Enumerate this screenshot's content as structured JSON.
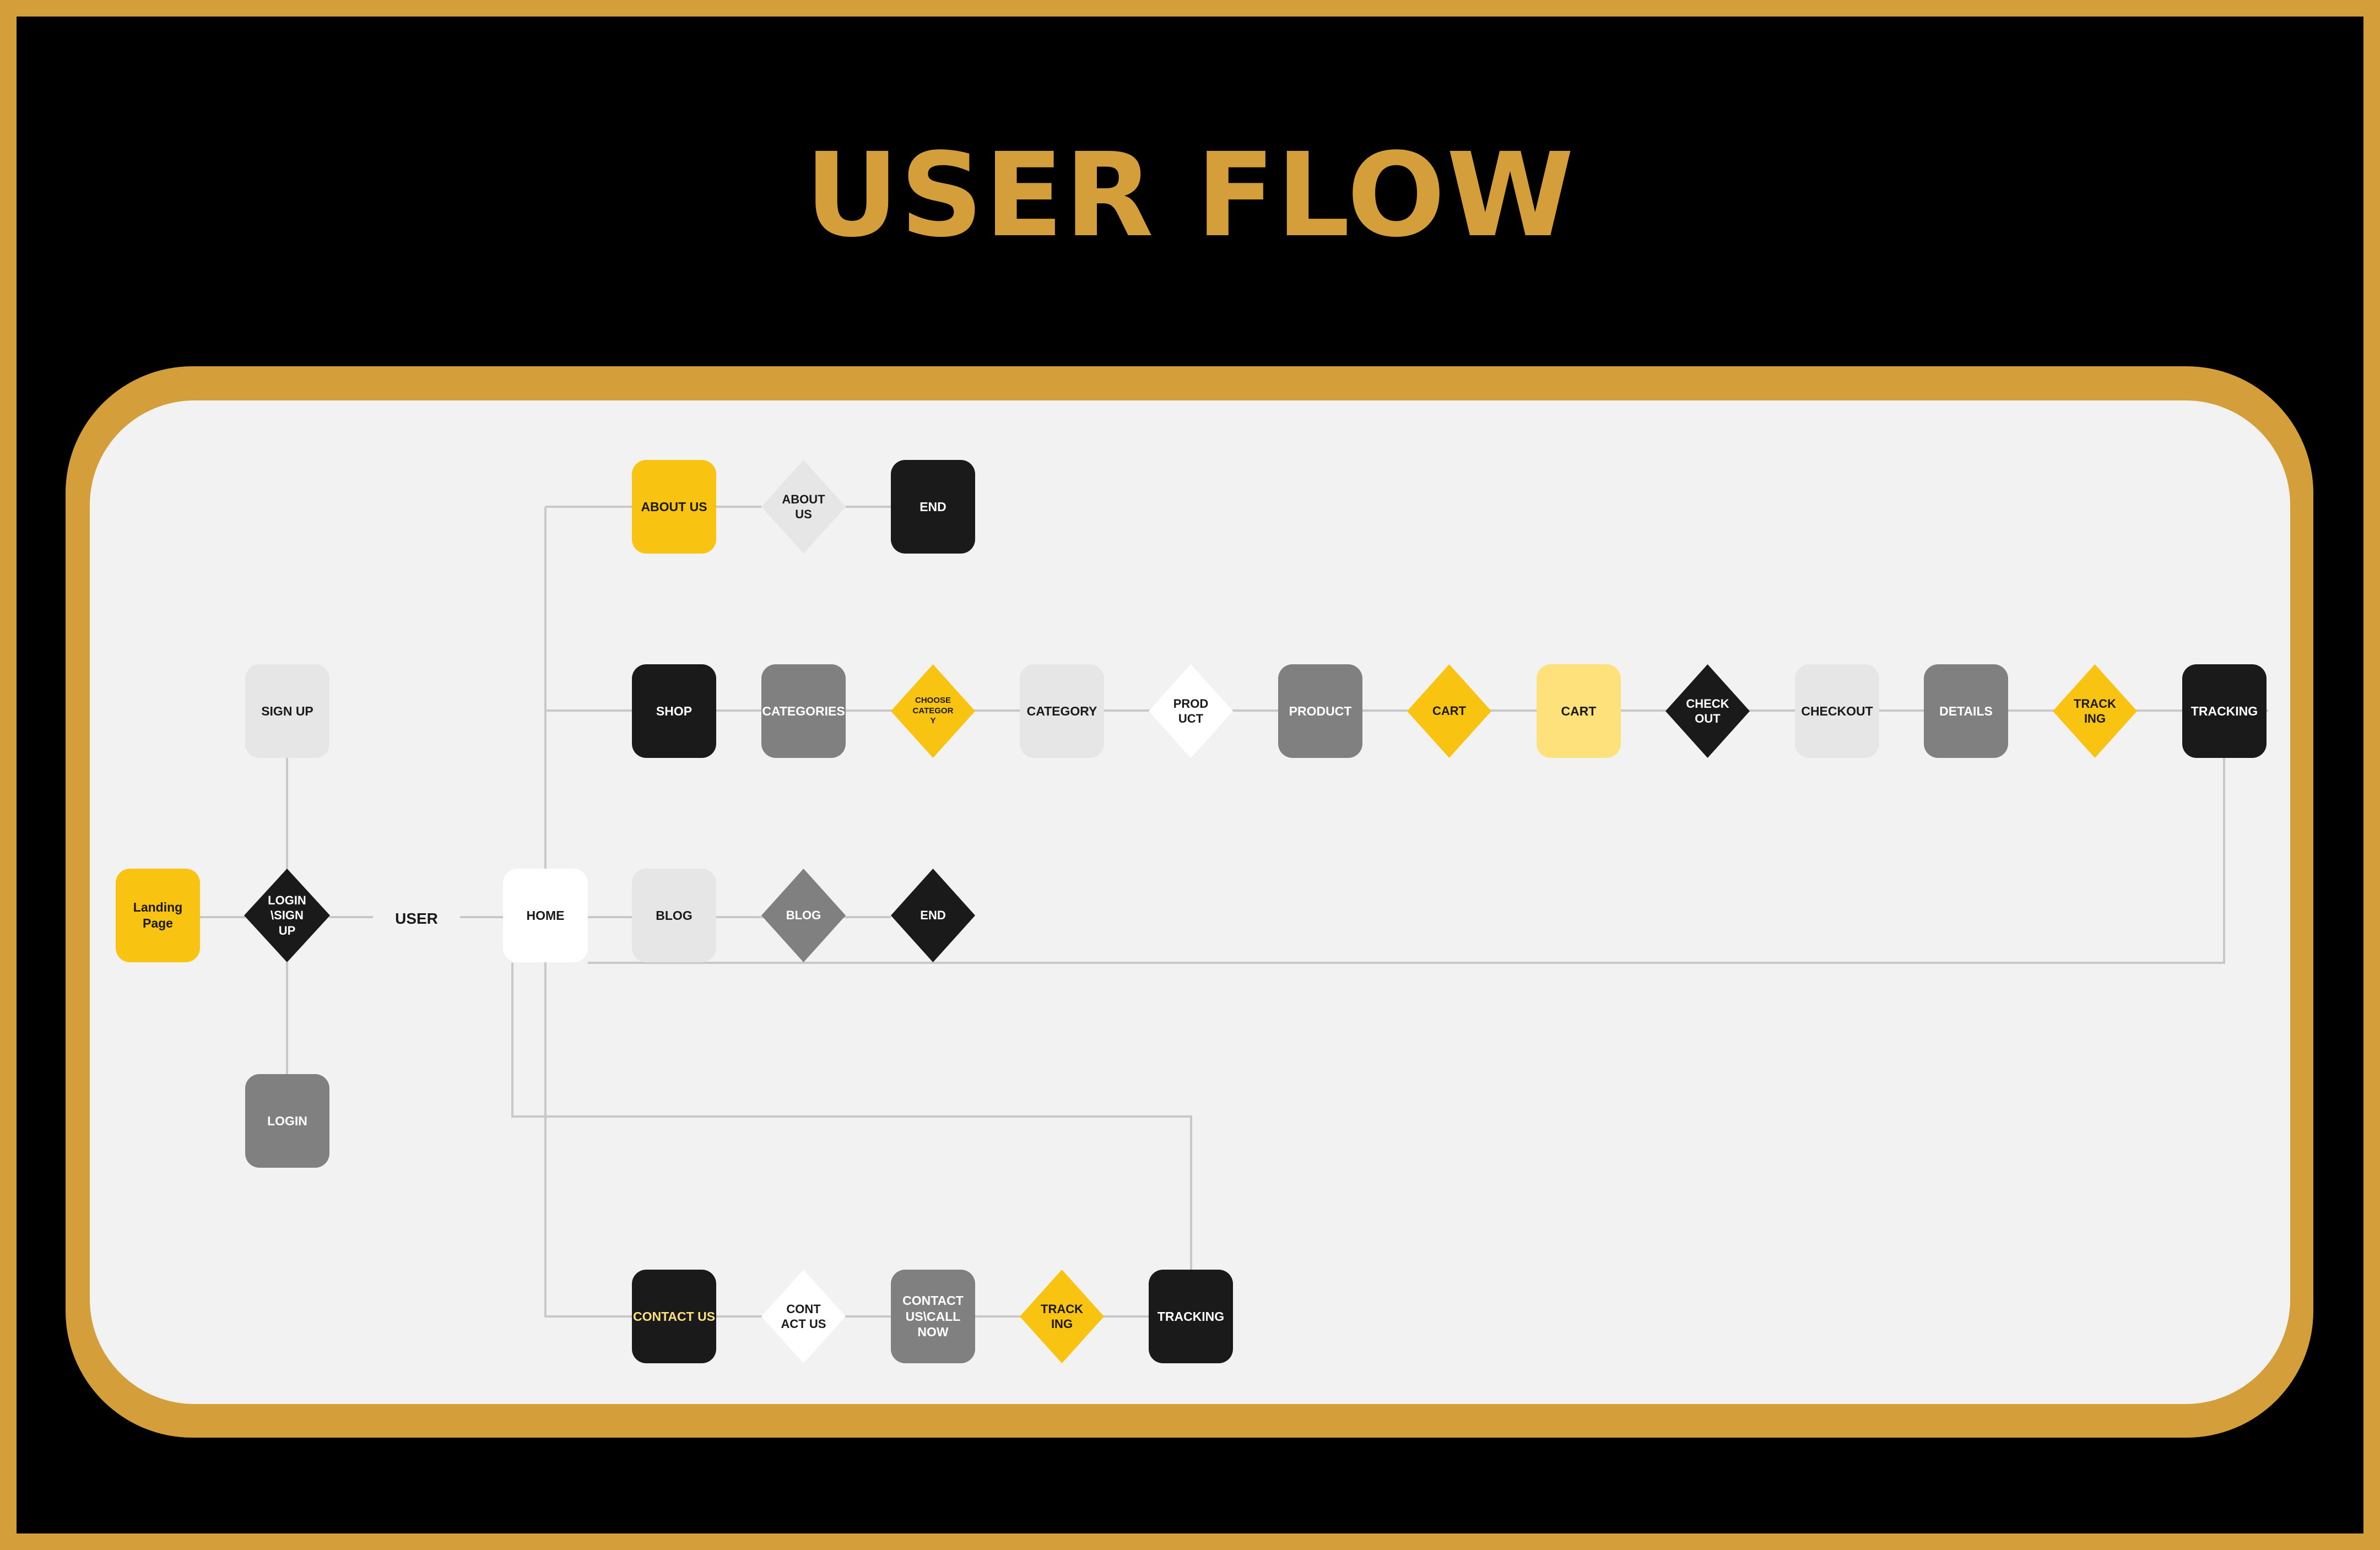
{
  "title": "USER FLOW",
  "colors": {
    "gold": "#d49f3a",
    "yellow": "#f8c411",
    "light_yellow": "#fee17a",
    "black": "#1a1a1a",
    "dark_gray": "#808080",
    "light_gray": "#e6e6e6",
    "white": "#ffffff",
    "connector": "#c8c8c8"
  },
  "nodes": {
    "landing": {
      "label": "Landing\nPage",
      "shape": "box",
      "fill": "#f8c411",
      "text": "#1a1a1a"
    },
    "login_signup": {
      "label": "LOGIN\n\\SIGN\nUP",
      "shape": "diamond",
      "fill": "#1a1a1a",
      "text": "#ffffff"
    },
    "signup": {
      "label": "SIGN UP",
      "shape": "box",
      "fill": "#e6e6e6",
      "text": "#1a1a1a"
    },
    "login": {
      "label": "LOGIN",
      "shape": "box",
      "fill": "#808080",
      "text": "#ffffff"
    },
    "user": {
      "label": "USER",
      "shape": "label",
      "fill": "",
      "text": "#1a1a1a"
    },
    "home": {
      "label": "HOME",
      "shape": "box",
      "fill": "#ffffff",
      "text": "#1a1a1a"
    },
    "about_us_box": {
      "label": "ABOUT US",
      "shape": "box",
      "fill": "#f8c411",
      "text": "#1a1a1a"
    },
    "about_us_diamond": {
      "label": "ABOUT\nUS",
      "shape": "diamond",
      "fill": "#e6e6e6",
      "text": "#1a1a1a"
    },
    "about_end": {
      "label": "END",
      "shape": "box",
      "fill": "#1a1a1a",
      "text": "#ffffff"
    },
    "shop": {
      "label": "SHOP",
      "shape": "box",
      "fill": "#1a1a1a",
      "text": "#ffffff"
    },
    "categories": {
      "label": "CATEGORIES",
      "shape": "box",
      "fill": "#808080",
      "text": "#ffffff"
    },
    "choose_category": {
      "label": "CHOOSE\nCATEGOR\nY",
      "shape": "diamond",
      "fill": "#f8c411",
      "text": "#1a1a1a",
      "small": true
    },
    "category": {
      "label": "CATEGORY",
      "shape": "box",
      "fill": "#e6e6e6",
      "text": "#1a1a1a"
    },
    "product_diamond": {
      "label": "PROD\nUCT",
      "shape": "diamond",
      "fill": "#ffffff",
      "text": "#1a1a1a"
    },
    "product": {
      "label": "PRODUCT",
      "shape": "box",
      "fill": "#808080",
      "text": "#ffffff"
    },
    "cart_diamond": {
      "label": "CART",
      "shape": "diamond",
      "fill": "#f8c411",
      "text": "#1a1a1a"
    },
    "cart": {
      "label": "CART",
      "shape": "box",
      "fill": "#fee17a",
      "text": "#1a1a1a"
    },
    "checkout_diamond": {
      "label": "CHECK\nOUT",
      "shape": "diamond",
      "fill": "#1a1a1a",
      "text": "#ffffff"
    },
    "checkout": {
      "label": "CHECKOUT",
      "shape": "box",
      "fill": "#e6e6e6",
      "text": "#1a1a1a"
    },
    "details": {
      "label": "DETAILS",
      "shape": "box",
      "fill": "#808080",
      "text": "#ffffff"
    },
    "tracking_diamond": {
      "label": "TRACK\nING",
      "shape": "diamond",
      "fill": "#f8c411",
      "text": "#1a1a1a"
    },
    "shop_tracking": {
      "label": "TRACKING",
      "shape": "box",
      "fill": "#1a1a1a",
      "text": "#ffffff"
    },
    "blog_box": {
      "label": "BLOG",
      "shape": "box",
      "fill": "#e6e6e6",
      "text": "#1a1a1a"
    },
    "blog_diamond": {
      "label": "BLOG",
      "shape": "diamond",
      "fill": "#808080",
      "text": "#ffffff"
    },
    "blog_end": {
      "label": "END",
      "shape": "diamond",
      "fill": "#1a1a1a",
      "text": "#ffffff"
    },
    "contact_us": {
      "label": "CONTACT US",
      "shape": "box",
      "fill": "#1a1a1a",
      "text": "#fee17a"
    },
    "contact_diamond": {
      "label": "CONT\nACT US",
      "shape": "diamond",
      "fill": "#ffffff",
      "text": "#1a1a1a"
    },
    "contact_call": {
      "label": "CONTACT\nUS\\CALL\nNOW",
      "shape": "box",
      "fill": "#808080",
      "text": "#ffffff"
    },
    "contact_tracking_diamond": {
      "label": "TRACK\nING",
      "shape": "diamond",
      "fill": "#f8c411",
      "text": "#1a1a1a"
    },
    "contact_tracking": {
      "label": "TRACKING",
      "shape": "box",
      "fill": "#1a1a1a",
      "text": "#ffffff"
    }
  }
}
